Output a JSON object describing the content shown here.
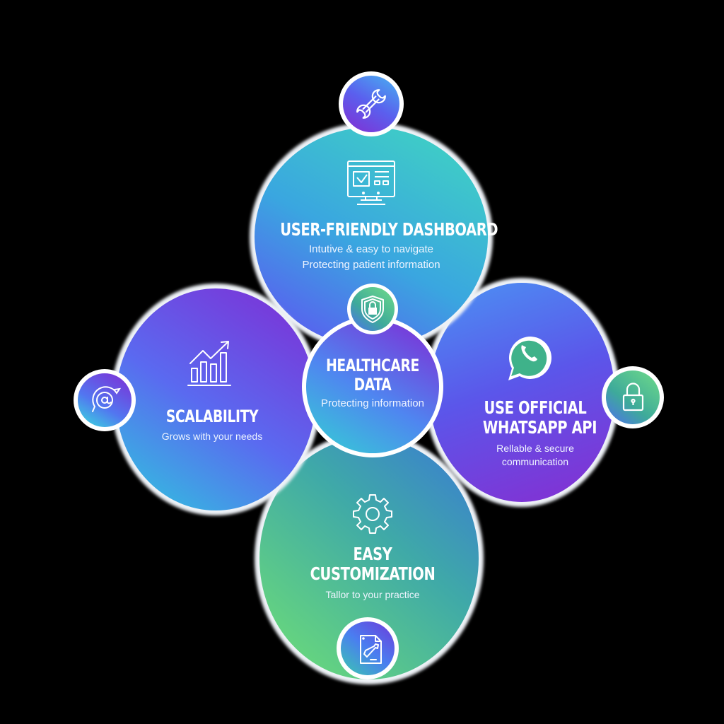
{
  "diagram": {
    "center": {
      "title_line1": "HEALTHCARE",
      "title_line2": "DATA",
      "description": "Protecting information",
      "badge_icon": "shield-lock-icon"
    },
    "nodes": {
      "top": {
        "title": "USER-FRIENDLY DASHBOARD",
        "description_line1": "Intutive & easy to navigate",
        "description_line2": "Protecting patient information",
        "icon": "monitor-dashboard-icon",
        "badge_icon": "wrench-icon"
      },
      "left": {
        "title": "SCALABILITY",
        "description": "Grows with your needs",
        "icon": "growth-chart-icon",
        "badge_icon": "at-chat-icon"
      },
      "right": {
        "title_line1": "USE OFFICIAL",
        "title_line2": "WHATSAPP API",
        "description_line1": "Rellable & secure",
        "description_line2": "communication",
        "icon": "whatsapp-icon",
        "badge_icon": "padlock-icon"
      },
      "bottom": {
        "title_line1": "EASY",
        "title_line2": "CUSTOMIZATION",
        "description": "Tallor to your practice",
        "icon": "gear-icon",
        "badge_icon": "document-edit-icon"
      }
    },
    "colors": {
      "background": "#000000",
      "purple": "#7a35d8",
      "blue": "#4a7cf0",
      "teal": "#3cc8c8",
      "green": "#6cd68a",
      "outline": "#ffffff"
    }
  }
}
